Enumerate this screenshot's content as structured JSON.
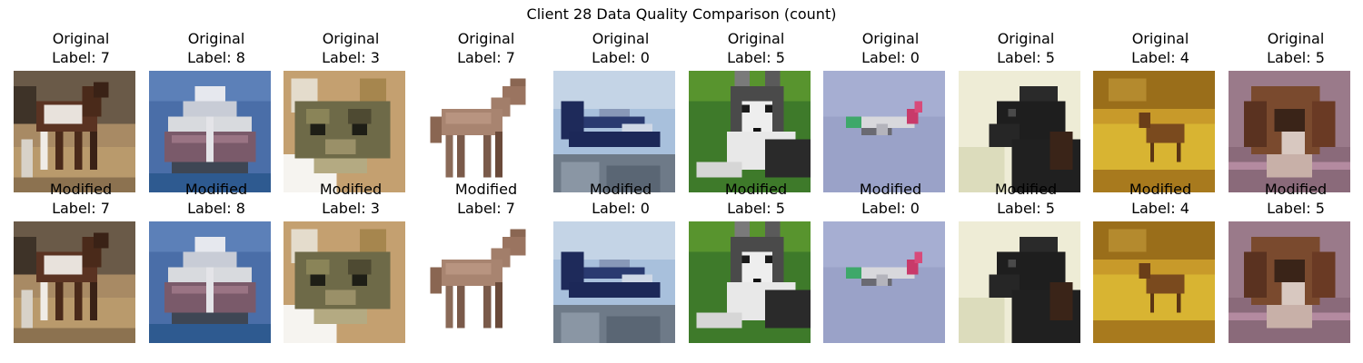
{
  "figure": {
    "title": "Client 28 Data Quality Comparison (count)"
  },
  "rows": [
    {
      "caption_prefix": "Original",
      "items": [
        {
          "caption": "Original",
          "label": "Label: 7",
          "subject": "horse-image"
        },
        {
          "caption": "Original",
          "label": "Label: 8",
          "subject": "ship-image"
        },
        {
          "caption": "Original",
          "label": "Label: 3",
          "subject": "cat-image"
        },
        {
          "caption": "Original",
          "label": "Label: 7",
          "subject": "horse-image"
        },
        {
          "caption": "Original",
          "label": "Label: 0",
          "subject": "airplane-image"
        },
        {
          "caption": "Original",
          "label": "Label: 5",
          "subject": "dog-image"
        },
        {
          "caption": "Original",
          "label": "Label: 0",
          "subject": "airplane-image"
        },
        {
          "caption": "Original",
          "label": "Label: 5",
          "subject": "dog-image"
        },
        {
          "caption": "Original",
          "label": "Label: 4",
          "subject": "deer-image"
        },
        {
          "caption": "Original",
          "label": "Label: 5",
          "subject": "dog-image"
        }
      ]
    },
    {
      "caption_prefix": "Modified",
      "items": [
        {
          "caption": "Modified",
          "label": "Label: 7",
          "subject": "horse-image"
        },
        {
          "caption": "Modified",
          "label": "Label: 8",
          "subject": "ship-image"
        },
        {
          "caption": "Modified",
          "label": "Label: 3",
          "subject": "cat-image"
        },
        {
          "caption": "Modified",
          "label": "Label: 7",
          "subject": "horse-image"
        },
        {
          "caption": "Modified",
          "label": "Label: 0",
          "subject": "airplane-image"
        },
        {
          "caption": "Modified",
          "label": "Label: 5",
          "subject": "dog-image"
        },
        {
          "caption": "Modified",
          "label": "Label: 0",
          "subject": "airplane-image"
        },
        {
          "caption": "Modified",
          "label": "Label: 5",
          "subject": "dog-image"
        },
        {
          "caption": "Modified",
          "label": "Label: 4",
          "subject": "deer-image"
        },
        {
          "caption": "Modified",
          "label": "Label: 5",
          "subject": "dog-image"
        }
      ]
    }
  ]
}
